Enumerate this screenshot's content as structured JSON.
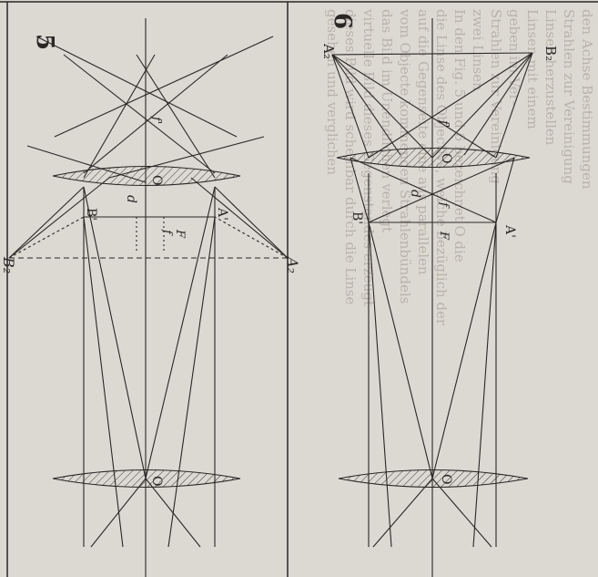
{
  "figure5": {
    "number": "5",
    "labels": {
      "B2": "B₂",
      "A2": "A₂",
      "B1": "B'",
      "A1": "A'",
      "O_top": "O",
      "O_bottom": "O",
      "d": "d",
      "f": "f",
      "F": "F",
      "f_prime": "f'"
    }
  },
  "figure6": {
    "number": "6",
    "labels": {
      "A2": "A₂",
      "B2": "B₂",
      "B1": "B'",
      "A1": "A'",
      "O_top": "O",
      "O_bottom": "O",
      "d": "d",
      "f": "f",
      "F": "F",
      "f_prime": "f'"
    }
  },
  "background_text": {
    "lines": [
      "den Achse Bestimmungen",
      "Strahlen zur Vereinigung",
      "Linsen herzustellen",
      "Linsen mit einem",
      "geben im Ver-",
      "Strahlen zur Vereinigung",
      "zwei Linsen",
      "In den Fig. 5 und 6 bezeichnet O die",
      "die Linse des Objectivs, welche bezüglich der",
      "auf die Gegenseite eine aus parallelen",
      "vom Objecte kommenden Strahlenbündels",
      "das Bild im Unendlichen verlegt",
      "virtuelle Bild dieses Gegenstandes erzeugt",
      "dieses Bild wird scheinbar durch die Linse",
      "gesehen und verglichen"
    ]
  },
  "colors": {
    "paper": "#dcd9d3",
    "ink": "#2a2725",
    "faint": "#b8b3ab"
  }
}
